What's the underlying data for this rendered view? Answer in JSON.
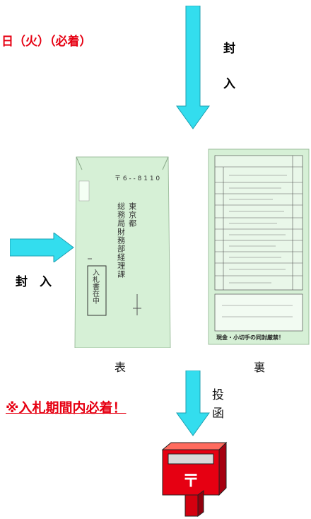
{
  "date_label": "日（火）（必着）",
  "enclose_top": [
    "封",
    "入"
  ],
  "enclose_left": "封　入",
  "front_caption": "表",
  "back_caption": "裏",
  "post_label": [
    "投",
    "函"
  ],
  "deadline_notice": "※入札期間内必着！",
  "envelope_front": {
    "zip": "〒 6 - - 8 1 1 0",
    "address_lines": [
      "東京都",
      "総務局財務部経理課"
    ],
    "sender_lines": [
      "入札書在中"
    ]
  },
  "envelope_back": {
    "footer": "現金・小切手の同封厳禁！"
  },
  "mailbox": {
    "symbol": "〒"
  },
  "colors": {
    "arrow": "#33ddee",
    "arrow_stroke": "#1e9fb0",
    "envelope": "#d6f0d6",
    "mailbox_red": "#e60012",
    "accent_red": "#e60012"
  }
}
